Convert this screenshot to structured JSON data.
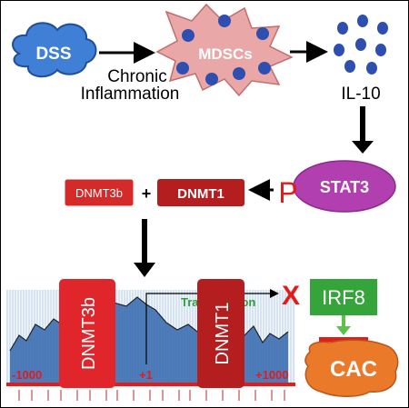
{
  "nodes": {
    "dss": "DSS",
    "mdscs": "MDSCs",
    "il10": "IL-10",
    "stat3": "STAT3",
    "dnmt3b": "DNMT3b",
    "plus": "+",
    "dnmt1": "DNMT1",
    "phospho": "P",
    "irf8": "IRF8",
    "cac": "CAC",
    "block_mark": "X"
  },
  "edge_labels": {
    "chronic_line1": "Chronic",
    "chronic_line2": "Inflammation"
  },
  "promoter_track": {
    "left_label": "-1000",
    "center_label": "+1",
    "right_label": "+1000",
    "transcription_label": "Transcription",
    "bar_dnmt3b": "DNMT3b",
    "bar_dnmt1": "DNMT1"
  },
  "colors": {
    "dss_cloud": "#3f7fd6",
    "mdsc_burst": "#e9a7a7",
    "cell_dot": "#2e4fb0",
    "stat3": "#b23fb0",
    "dnmt_red": "#d42a2a",
    "dnmt_dark": "#b41e1e",
    "irf8": "#35a43a",
    "cac": "#ea7a2a",
    "phospho_red": "#e21b1b",
    "track_fill": "#3d6fb1"
  }
}
